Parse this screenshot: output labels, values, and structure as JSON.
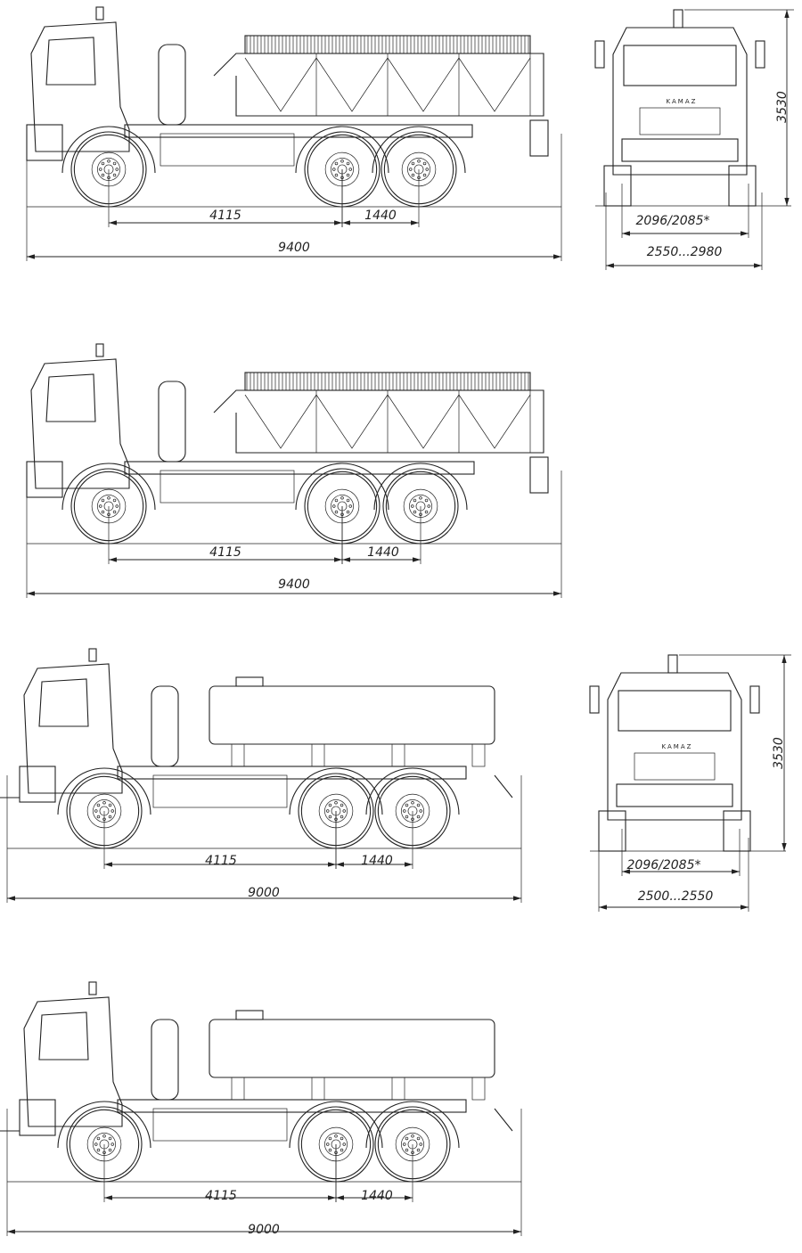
{
  "views": [
    {
      "type": "side",
      "body": "hopper",
      "dims": {
        "wheelbase": "4115",
        "bogie": "1440",
        "length": "9400"
      }
    },
    {
      "type": "front",
      "brand": "KAMAZ",
      "dims": {
        "track": "2096/2085*",
        "width": "2550...2980",
        "height": "3530"
      }
    },
    {
      "type": "side",
      "body": "hopper",
      "dims": {
        "wheelbase": "4115",
        "bogie": "1440",
        "length": "9400"
      }
    },
    {
      "type": "side",
      "body": "tank",
      "dims": {
        "wheelbase": "4115",
        "bogie": "1440",
        "length": "9000"
      }
    },
    {
      "type": "front",
      "brand": "KAMAZ",
      "dims": {
        "track": "2096/2085*",
        "width": "2500...2550",
        "height": "3530"
      }
    },
    {
      "type": "side",
      "body": "tank",
      "dims": {
        "wheelbase": "4115",
        "bogie": "1440",
        "length": "9000"
      }
    }
  ]
}
